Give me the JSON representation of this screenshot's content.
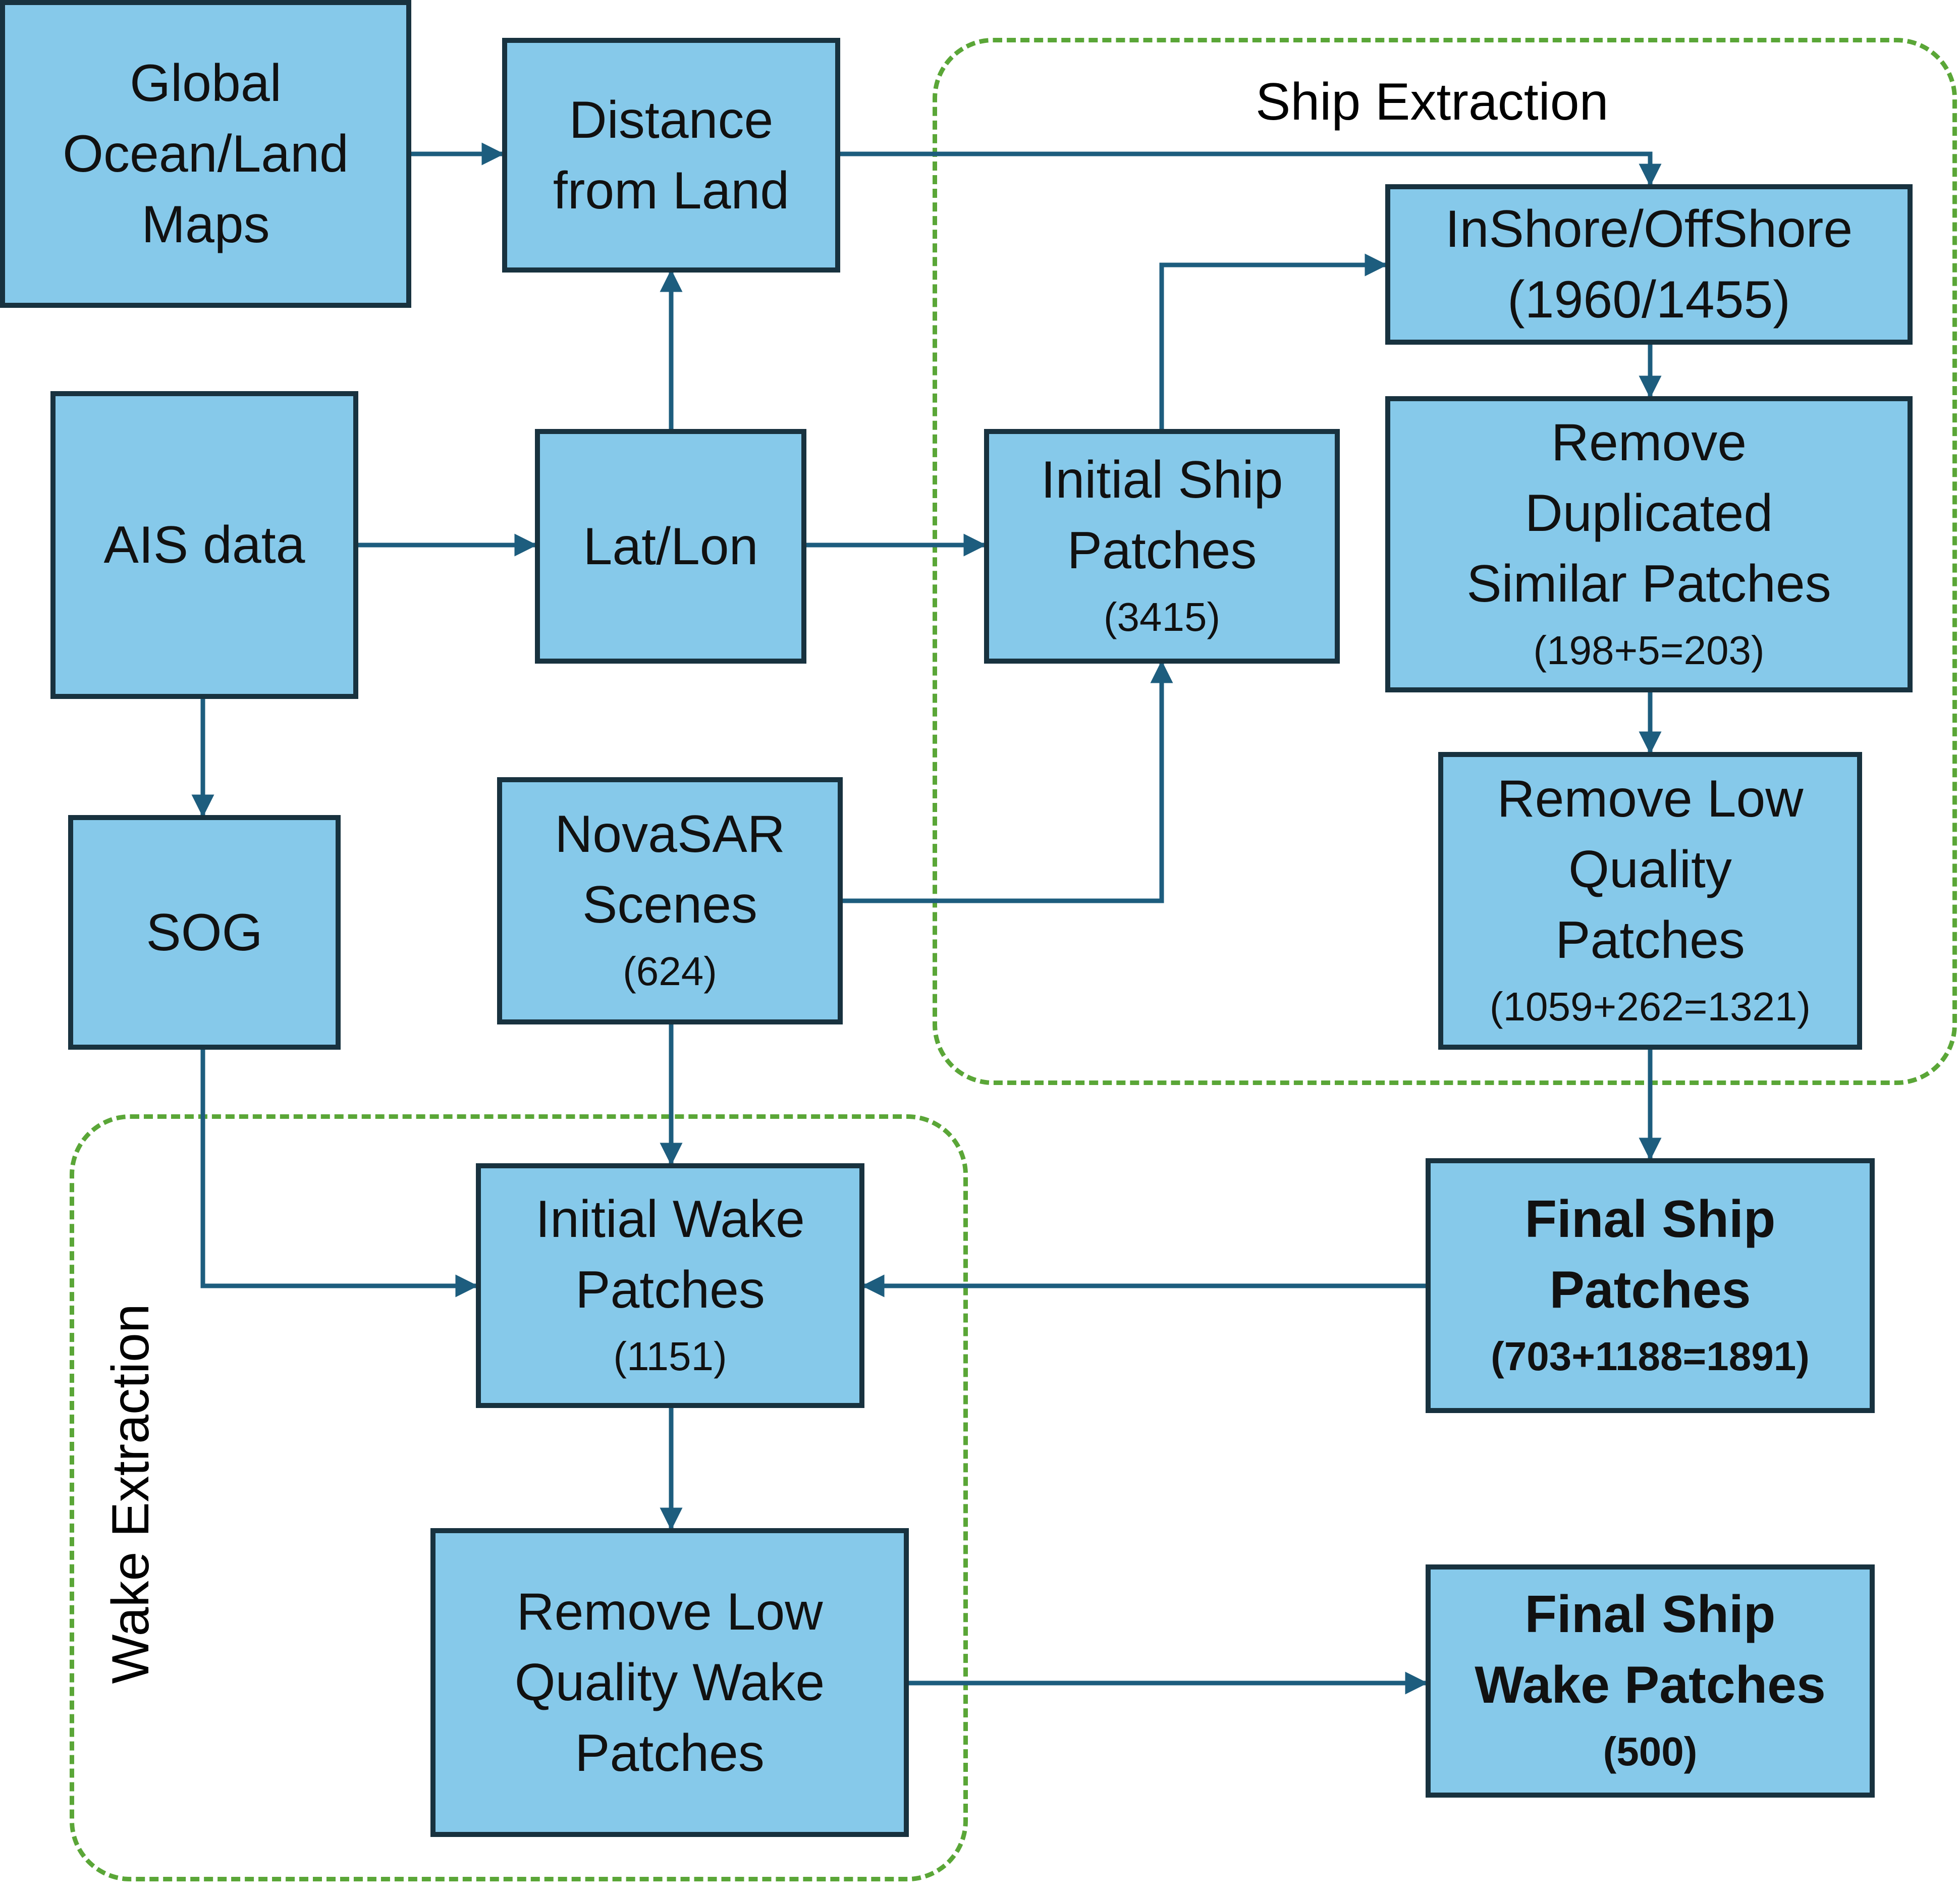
{
  "groups": {
    "ship_extraction": {
      "label": "Ship Extraction"
    },
    "wake_extraction": {
      "label": "Wake Extraction"
    }
  },
  "nodes": {
    "global_maps": {
      "title": "Global\nOcean/Land\nMaps"
    },
    "distance_from_land": {
      "title": "Distance\nfrom Land"
    },
    "ais_data": {
      "title": "AIS data"
    },
    "lat_lon": {
      "title": "Lat/Lon"
    },
    "sog": {
      "title": "SOG"
    },
    "novasar_scenes": {
      "title": "NovaSAR\nScenes",
      "count": "(624)"
    },
    "initial_ship_patches": {
      "title": "Initial Ship\nPatches",
      "count": "(3415)"
    },
    "inshore_offshore": {
      "title": "InShore/OffShore\n(1960/1455)"
    },
    "remove_duplicated": {
      "title": "Remove\nDuplicated\nSimilar Patches",
      "count": "(198+5=203)"
    },
    "remove_low_quality": {
      "title": "Remove Low\nQuality\nPatches",
      "count": "(1059+262=1321)"
    },
    "final_ship_patches": {
      "title": "Final Ship\nPatches",
      "count": "(703+1188=1891)"
    },
    "initial_wake_patches": {
      "title": "Initial Wake\nPatches",
      "count": "(1151)"
    },
    "remove_low_quality_wake": {
      "title": "Remove Low\nQuality Wake\nPatches"
    },
    "final_wake_patches": {
      "title": "Final Ship\nWake Patches",
      "count": "(500)"
    }
  },
  "colors": {
    "node_fill": "#86c9ea",
    "node_border": "#18323f",
    "arrow": "#1d5d7e",
    "group_border": "#5aa637"
  }
}
